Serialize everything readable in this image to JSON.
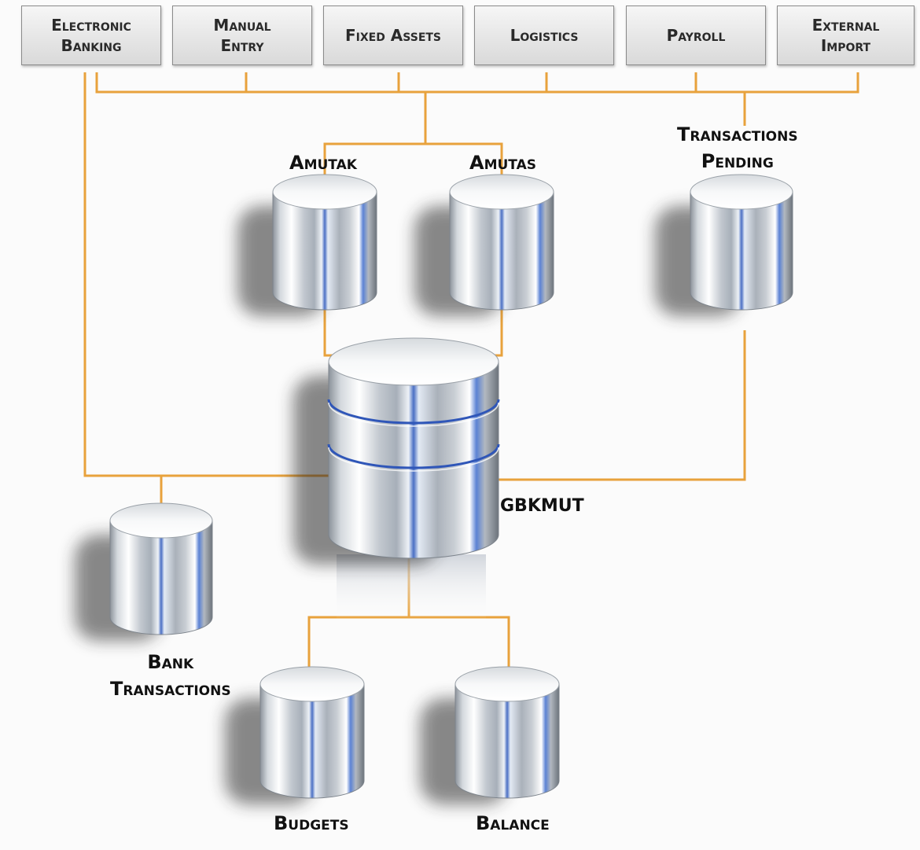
{
  "sources": [
    {
      "id": "electronic-banking",
      "label": "Electronic\nBanking"
    },
    {
      "id": "manual-entry",
      "label": "Manual\nEntry"
    },
    {
      "id": "fixed-assets",
      "label": "Fixed Assets"
    },
    {
      "id": "logistics",
      "label": "Logistics"
    },
    {
      "id": "payroll",
      "label": "Payroll"
    },
    {
      "id": "external-import",
      "label": "External\nImport"
    }
  ],
  "databases": {
    "amutak": "Amutak",
    "amutas": "Amutas",
    "transactions_pending": "Transactions\nPending",
    "gbkmut": "GBKMUT",
    "bank_transactions": "Bank\nTransactions",
    "budgets": "Budgets",
    "balance": "Balance"
  },
  "colors": {
    "connector": "#e8a23c",
    "box_border": "#8a8a8a",
    "background": "#fbfbfb"
  }
}
